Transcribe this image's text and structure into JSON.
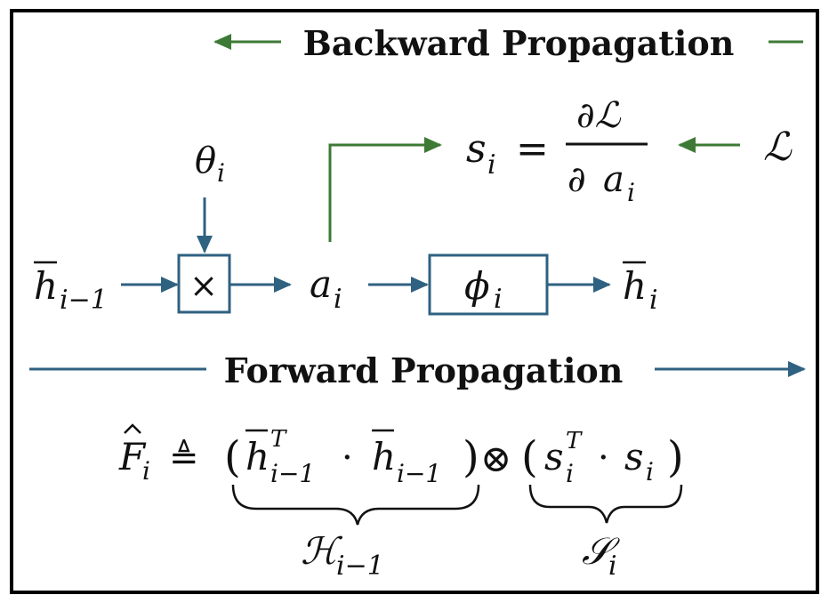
{
  "labels": {
    "backward": "Backward Propagation",
    "forward": "Forward Propagation"
  },
  "symbols": {
    "theta": "θ",
    "theta_sub": "i",
    "h_prev": "h",
    "h_prev_sub": "i−1",
    "times": "×",
    "a": "a",
    "a_sub": "i",
    "phi": "ϕ",
    "phi_sub": "i",
    "h": "h",
    "h_sub": "i",
    "s": "s",
    "s_sub": "i",
    "equals": "=",
    "partial_L": "∂ℒ",
    "partial": "∂",
    "loss": "ℒ"
  },
  "formula": {
    "F": "F",
    "F_sub": "i",
    "triangleq": "≜",
    "lparen": "(",
    "h1": "h",
    "h1_sup": "T",
    "h1_sub": "i−1",
    "dot": "·",
    "h2": "h",
    "h2_sub": "i−1",
    "rparen": ")",
    "otimes": "⊗",
    "lparen2": "(",
    "s1": "s",
    "s1_sup": "T",
    "s1_sub": "i",
    "dot2": "·",
    "s2": "s",
    "s2_sub": "i",
    "rparen2": ")",
    "H": "ℋ",
    "H_sub": "i−1",
    "S": "𝒮",
    "S_sub": "i"
  },
  "colors": {
    "backward": "#3d7a35",
    "forward": "#2f6181",
    "box": "#2f6181",
    "text": "#111111"
  }
}
